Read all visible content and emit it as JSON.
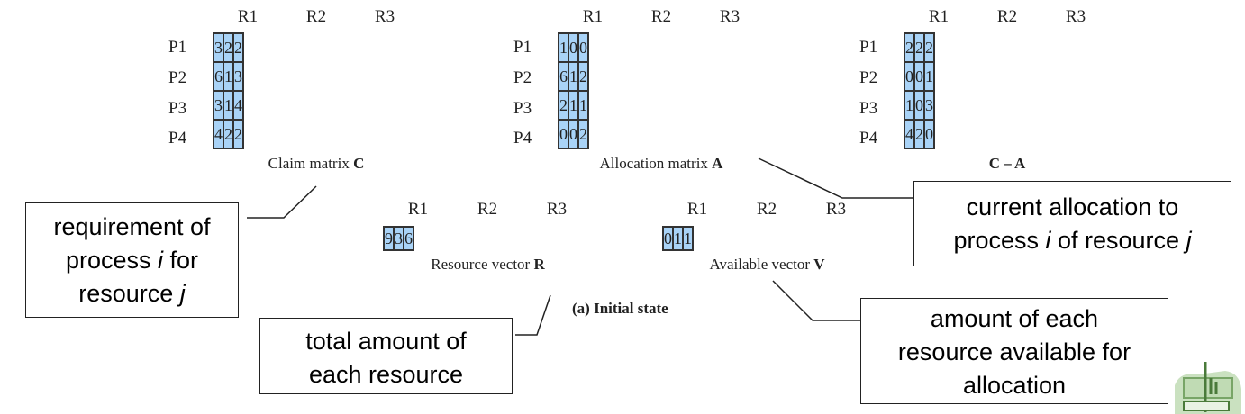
{
  "column_headers": [
    "R1",
    "R2",
    "R3"
  ],
  "row_headers": [
    "P1",
    "P2",
    "P3",
    "P4"
  ],
  "claim_matrix": {
    "caption_text": "Claim matrix ",
    "caption_bold": "C",
    "rows": [
      [
        "3",
        "2",
        "2"
      ],
      [
        "6",
        "1",
        "3"
      ],
      [
        "3",
        "1",
        "4"
      ],
      [
        "4",
        "2",
        "2"
      ]
    ]
  },
  "allocation_matrix": {
    "caption_text": "Allocation matrix ",
    "caption_bold": "A",
    "rows": [
      [
        "1",
        "0",
        "0"
      ],
      [
        "6",
        "1",
        "2"
      ],
      [
        "2",
        "1",
        "1"
      ],
      [
        "0",
        "0",
        "2"
      ]
    ]
  },
  "difference_matrix": {
    "caption_bold": "C – A",
    "rows": [
      [
        "2",
        "2",
        "2"
      ],
      [
        "0",
        "0",
        "1"
      ],
      [
        "1",
        "0",
        "3"
      ],
      [
        "4",
        "2",
        "0"
      ]
    ]
  },
  "resource_vector": {
    "caption_text": "Resource vector ",
    "caption_bold": "R",
    "values": [
      "9",
      "3",
      "6"
    ]
  },
  "available_vector": {
    "caption_text": "Available vector ",
    "caption_bold": "V",
    "values": [
      "0",
      "1",
      "1"
    ]
  },
  "state_caption": "(a) Initial state",
  "callouts": {
    "requirement": {
      "line1": "requirement of",
      "line2a": "process ",
      "line2i": "i",
      "line2b": " for",
      "line3a": "resource ",
      "line3i": "j"
    },
    "current_allocation": {
      "line1": "current allocation to",
      "line2a": "process ",
      "line2i": "i",
      "line2b": " of resource ",
      "line2j": "j"
    },
    "total_amount": {
      "line1": "total amount of",
      "line2": "each resource"
    },
    "amount_available": {
      "line1": "amount of each",
      "line2": "resource available for",
      "line3": "allocation"
    }
  }
}
